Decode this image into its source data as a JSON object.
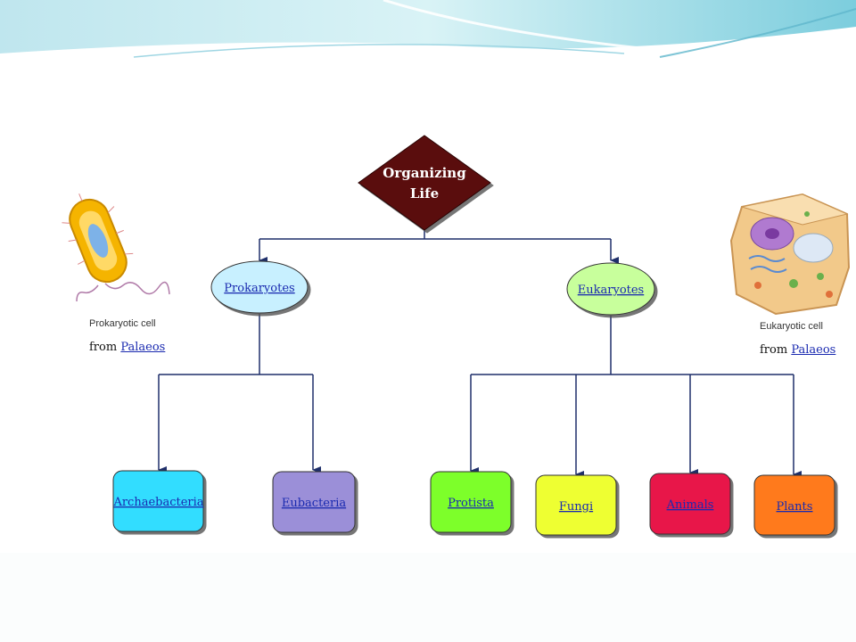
{
  "root": {
    "line1": "Organizing",
    "line2": "Life"
  },
  "domains": [
    {
      "label": "Prokaryotes"
    },
    {
      "label": "Eukaryotes"
    }
  ],
  "kingdoms": [
    {
      "label": "Archaebacteria",
      "color": "#33ddff"
    },
    {
      "label": "Eubacteria",
      "color": "#9b8fd8"
    },
    {
      "label": "Protista",
      "color": "#7dff2b"
    },
    {
      "label": "Fungi",
      "color": "#eeff33"
    },
    {
      "label": "Animals",
      "color": "#e8124a"
    },
    {
      "label": "Plants",
      "color": "#ff7a1a"
    }
  ],
  "colors": {
    "diamond_fill": "#5a1010",
    "ellipse_fill": "#c8f0ff",
    "ellipse_fill_right": "#c8ff9c",
    "connector": "#1f2f6a",
    "banner_light": "#cdeef3",
    "banner_dark": "#6fc4d8"
  },
  "left_image": {
    "icon": "prokaryotic-cell-icon",
    "caption": "Prokaryotic cell",
    "from_text": "from",
    "link_text": "Palaeos"
  },
  "right_image": {
    "icon": "eukaryotic-cell-icon",
    "caption": "Eukaryotic cell",
    "from_text": "from",
    "link_text": "Palaeos"
  }
}
